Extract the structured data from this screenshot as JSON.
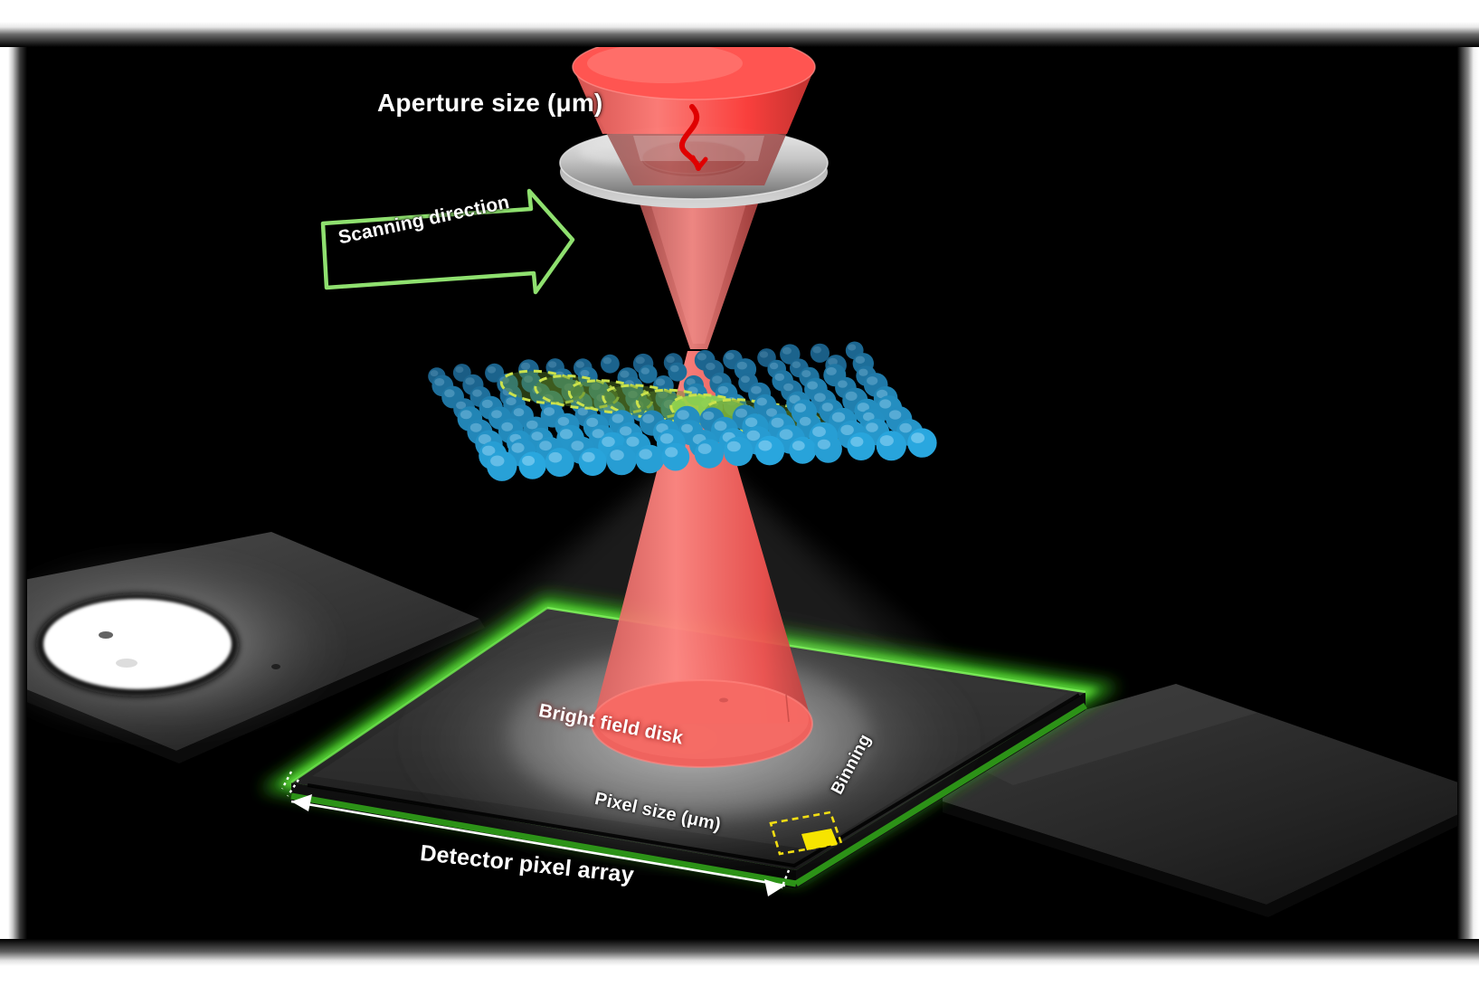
{
  "figure": {
    "kind": "4D-STEM / scanning electron diffraction acquisition schematic",
    "background_color": "#000000",
    "frame_color": "#ffffff"
  },
  "labels": {
    "aperture_size": "Aperture size (μm)",
    "scanning_direction": "Scanning direction",
    "bright_field_disk": "Bright field disk",
    "pixel_size": "Pixel size (μm)",
    "binning": "Binning",
    "detector_pixel_array": "Detector pixel array"
  },
  "colors": {
    "beam_red": "#f2615c",
    "beam_red_bright": "#ff4d4d",
    "beam_red_dark": "#b23b38",
    "aperture_gray": "#c9c9c9",
    "aperture_gray_dark": "#7d7d7d",
    "arrow_green": "#8fe06f",
    "detector_green_glow": "#2fa317",
    "sphere_blue_light": "#29a8e0",
    "sphere_blue_dark": "#1a5c84",
    "probe_ellipse_green": "#cbe24c",
    "binning_yellow": "#f5e000",
    "dimension_white": "#ffffff",
    "detector_body_gray": "#2e2e2e",
    "inset_plane_gray": "#3a3a3a"
  },
  "components": {
    "aperture": {
      "name": "condenser aperture disk",
      "hole_indicator": "red s-curve arrow across aperture hole"
    },
    "beam": {
      "name": "converging electron probe",
      "crossover_note": "probe focus at specimen plane"
    },
    "specimen": {
      "name": "atomic lattice of spheres",
      "sphere_count": 150,
      "probe_positions_note": "row of dashed green ellipses marking scan positions",
      "probe_positions_count": 9
    },
    "detector": {
      "name": "pixelated direct electron detector",
      "glow_edges": true,
      "binning_box_note": "yellow dashed box with one filled super-pixel"
    },
    "insets": [
      {
        "name": "recorded diffraction pattern",
        "position": "left",
        "content": "saturated bright-field disk on dark background"
      },
      {
        "name": "empty detector frame",
        "position": "right",
        "content": "blank dark plane"
      }
    ]
  },
  "chart_data": {
    "type": "diagram",
    "title": "4D-STEM acquisition geometry",
    "annotations": [
      "Aperture size (μm)",
      "Scanning direction",
      "Bright field disk",
      "Pixel size (μm)",
      "Binning",
      "Detector pixel array"
    ]
  }
}
